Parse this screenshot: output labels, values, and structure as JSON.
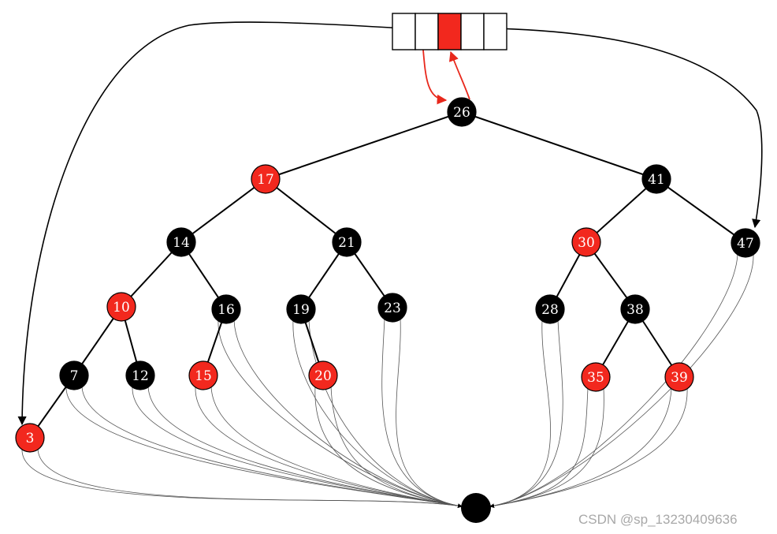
{
  "diagram": {
    "colors": {
      "red": "#f2281e",
      "black": "#000000",
      "edge": "#000000",
      "pointer": "#e8281c",
      "nil_thin": "#555555"
    },
    "header_cells": [
      {
        "filled": false
      },
      {
        "filled": false
      },
      {
        "filled": true
      },
      {
        "filled": false
      },
      {
        "filled": false
      }
    ],
    "nodes": [
      {
        "key": "26",
        "color": "black"
      },
      {
        "key": "17",
        "color": "red"
      },
      {
        "key": "41",
        "color": "black"
      },
      {
        "key": "14",
        "color": "black"
      },
      {
        "key": "21",
        "color": "black"
      },
      {
        "key": "30",
        "color": "red"
      },
      {
        "key": "47",
        "color": "black"
      },
      {
        "key": "10",
        "color": "red"
      },
      {
        "key": "16",
        "color": "black"
      },
      {
        "key": "19",
        "color": "black"
      },
      {
        "key": "23",
        "color": "black"
      },
      {
        "key": "28",
        "color": "black"
      },
      {
        "key": "38",
        "color": "black"
      },
      {
        "key": "7",
        "color": "black"
      },
      {
        "key": "12",
        "color": "black"
      },
      {
        "key": "15",
        "color": "red"
      },
      {
        "key": "20",
        "color": "red"
      },
      {
        "key": "35",
        "color": "red"
      },
      {
        "key": "39",
        "color": "red"
      },
      {
        "key": "3",
        "color": "red"
      }
    ],
    "edges": [
      [
        "26",
        "17"
      ],
      [
        "26",
        "41"
      ],
      [
        "17",
        "14"
      ],
      [
        "17",
        "21"
      ],
      [
        "41",
        "30"
      ],
      [
        "41",
        "47"
      ],
      [
        "14",
        "10"
      ],
      [
        "14",
        "16"
      ],
      [
        "21",
        "19"
      ],
      [
        "21",
        "23"
      ],
      [
        "30",
        "28"
      ],
      [
        "30",
        "38"
      ],
      [
        "10",
        "7"
      ],
      [
        "10",
        "12"
      ],
      [
        "16",
        "15"
      ],
      [
        "19",
        "20"
      ],
      [
        "38",
        "35"
      ],
      [
        "38",
        "39"
      ],
      [
        "7",
        "3"
      ]
    ],
    "nil_from": [
      "3",
      "7",
      "12",
      "15",
      "16",
      "19",
      "20",
      "23",
      "28",
      "35",
      "39",
      "47"
    ],
    "watermark": "CSDN @sp_13230409636"
  }
}
